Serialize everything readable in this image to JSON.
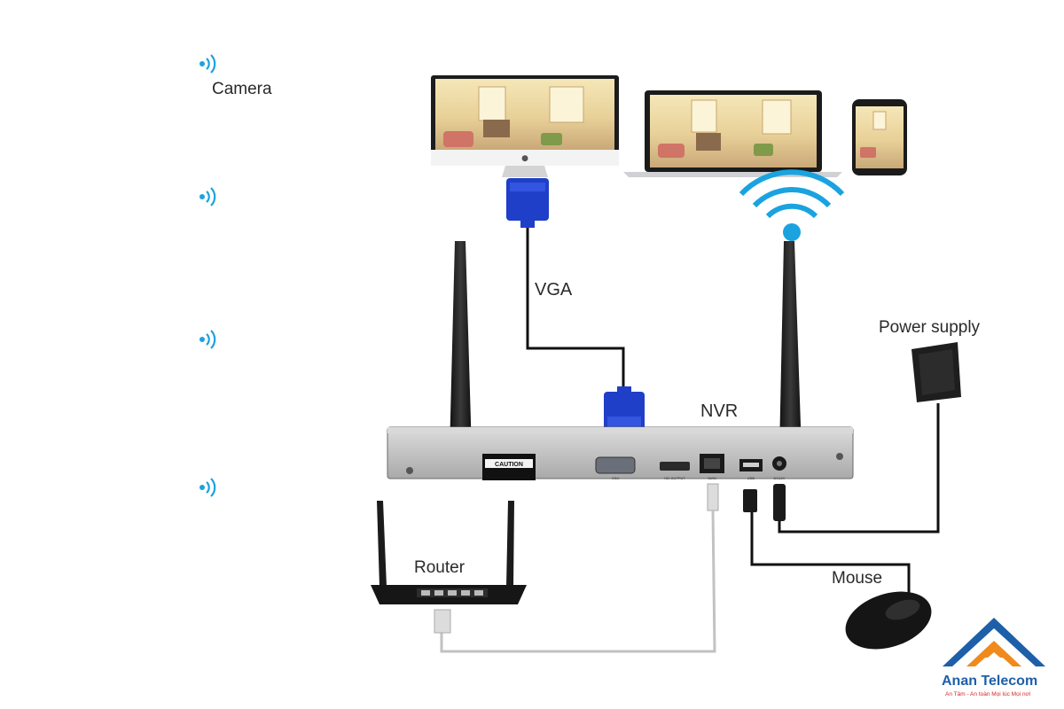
{
  "labels": {
    "camera": "Camera",
    "vga": "VGA",
    "nvr": "NVR",
    "power_supply": "Power supply",
    "router": "Router",
    "mouse": "Mouse",
    "caution": "CAUTION"
  },
  "nvr_ports": {
    "vga": "VGA",
    "hd_output": "HD OUTPUT",
    "wan": "WAN",
    "usb": "USB",
    "dc": "DC12V"
  },
  "brand": {
    "name": "Anan Telecom",
    "tagline": "An Tâm - An toàn Mọi lúc Mọi nơi",
    "colors": {
      "blue": "#1d5fa8",
      "orange": "#f08a1c",
      "red": "#d9232a"
    }
  },
  "colors": {
    "vga_blue": "#1f3fc8",
    "wifi_blue": "#1aa3df",
    "cable_black": "#111111",
    "cable_gray": "#bdbdbd"
  },
  "cameras": [
    {
      "icon": "wifi-signal-icon"
    },
    {
      "icon": "wifi-signal-icon"
    },
    {
      "icon": "wifi-signal-icon"
    },
    {
      "icon": "wifi-signal-icon"
    }
  ],
  "displays": [
    "desktop-monitor",
    "laptop",
    "smartphone"
  ]
}
